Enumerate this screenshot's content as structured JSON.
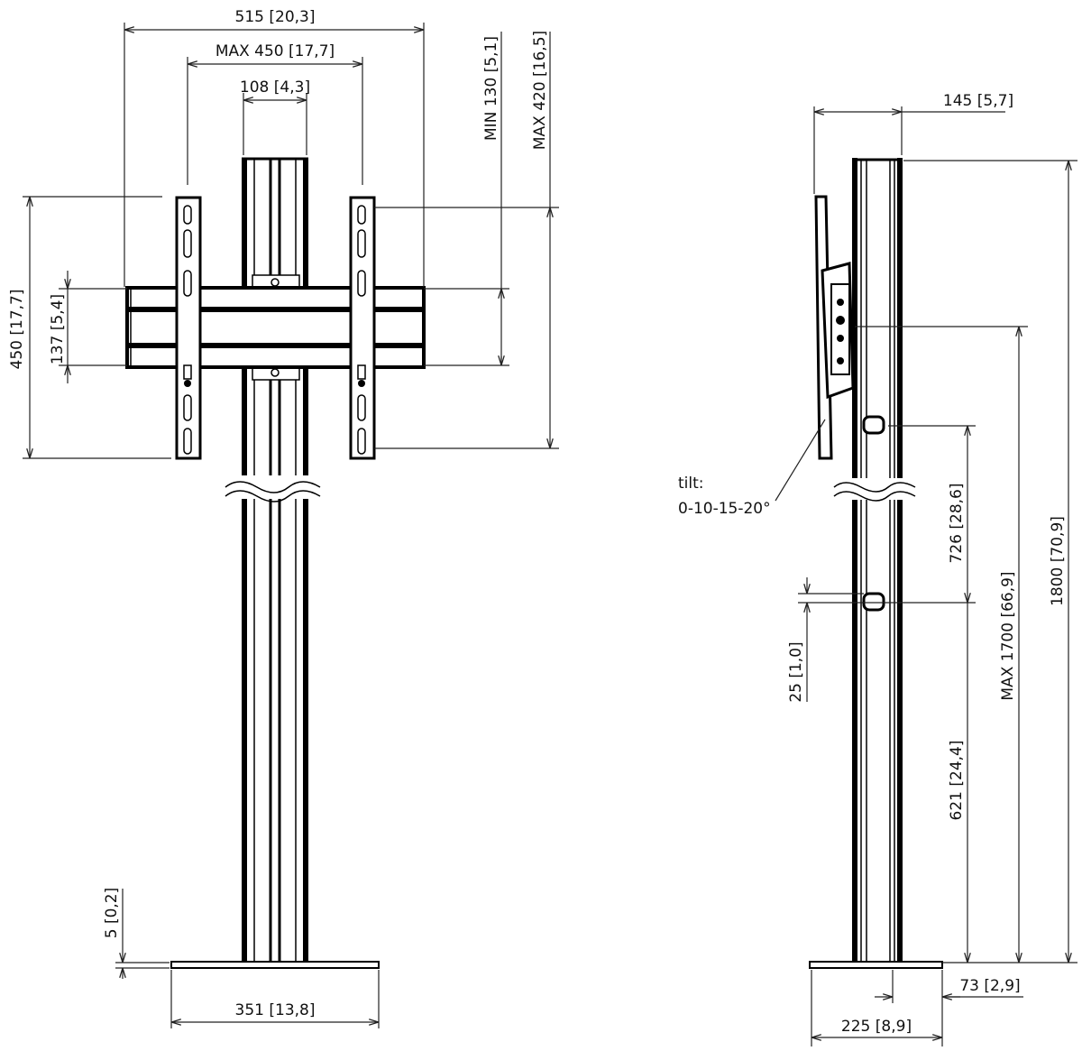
{
  "front_view": {
    "width_total": "515 [20,3]",
    "max_vesa_width": "MAX 450 [17,7]",
    "column_width": "108 [4,3]",
    "min_vertical": "MIN 130 [5,1]",
    "max_vertical": "MAX 420 [16,5]",
    "bracket_height": "450 [17,7]",
    "crossbar_height": "137 [5,4]",
    "base_thickness": "5 [0,2]",
    "base_width": "351 [13,8]"
  },
  "side_view": {
    "depth": "145 [5,7]",
    "tilt_label": "tilt:",
    "tilt_values": "0-10-15-20°",
    "height_total": "1800 [70,9]",
    "max_height": "MAX 1700 [66,9]",
    "upper_spacing": "726 [28,6]",
    "step": "25 [1,0]",
    "lower_height": "621 [24,4]",
    "column_offset": "73 [2,9]",
    "base_depth": "225 [8,9]"
  }
}
